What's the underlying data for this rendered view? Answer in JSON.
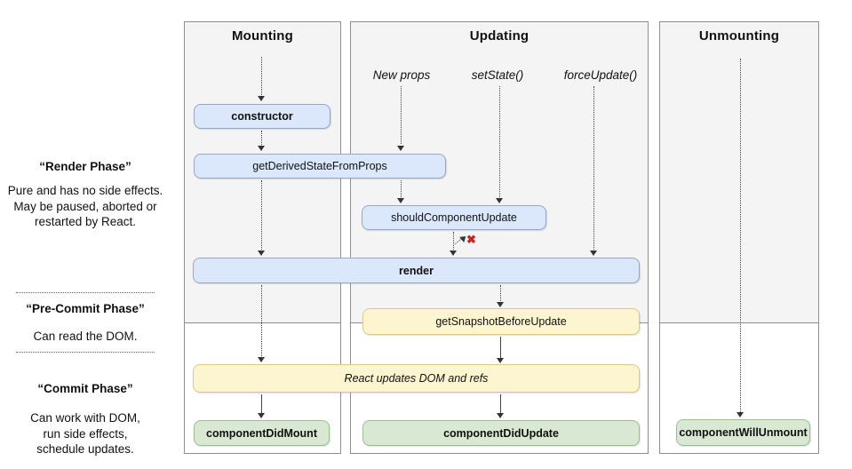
{
  "diagram": {
    "title_semantic": "React lifecycle methods diagram",
    "columns": [
      {
        "title": "Mounting"
      },
      {
        "title": "Updating"
      },
      {
        "title": "Unmounting"
      }
    ],
    "update_triggers": [
      {
        "label": "New props"
      },
      {
        "label": "setState()"
      },
      {
        "label": "forceUpdate()"
      }
    ],
    "phase_labels": [
      {
        "title": "“Render Phase”",
        "description": "Pure and has no side effects.\nMay be paused, aborted or\nrestarted by React."
      },
      {
        "title": "“Pre-Commit Phase”",
        "description": "Can read the DOM."
      },
      {
        "title": "“Commit Phase”",
        "description": "Can work with DOM,\nrun side effects,\nschedule updates."
      }
    ],
    "boxes": {
      "ctor": {
        "label": "constructor",
        "color": "blue"
      },
      "gdsfp": {
        "label": "getDerivedStateFromProps",
        "color": "blue"
      },
      "scu": {
        "label": "shouldComponentUpdate",
        "color": "blue"
      },
      "render": {
        "label": "render",
        "color": "blue"
      },
      "gsbu": {
        "label": "getSnapshotBeforeUpdate",
        "color": "yellow"
      },
      "rud": {
        "label": "React updates DOM and refs",
        "color": "yellow"
      },
      "cdm": {
        "label": "componentDidMount",
        "color": "green"
      },
      "cdu": {
        "label": "componentDidUpdate",
        "color": "green"
      },
      "cwu": {
        "label": "componentWillUnmount",
        "color": "green"
      }
    },
    "skip_update_marker": "✖",
    "colors": {
      "lifecycle_blue_fill": "#dbe8fb",
      "lifecycle_blue_border": "#96a7c8",
      "side_effect_yellow_fill": "#fdf4d0",
      "side_effect_yellow_border": "#dfc88a",
      "commit_green_fill": "#d8e8d2",
      "commit_green_border": "#9dbd91",
      "column_background": "#f4f4f4",
      "column_border": "#8f8f8f",
      "skip_marker_red": "#cf1f1f"
    }
  }
}
